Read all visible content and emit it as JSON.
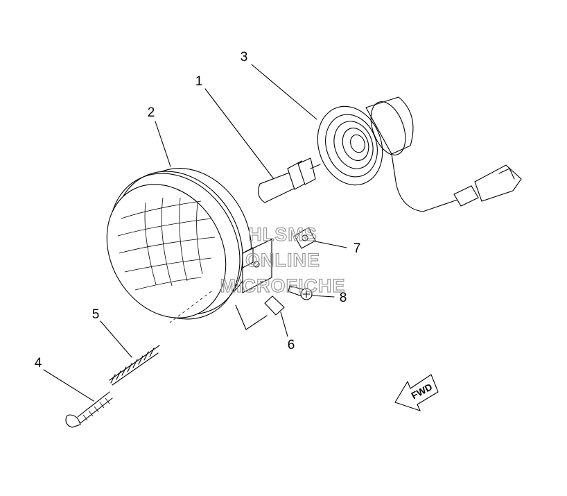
{
  "callouts": [
    {
      "id": "1",
      "label": "1"
    },
    {
      "id": "2",
      "label": "2"
    },
    {
      "id": "3",
      "label": "3"
    },
    {
      "id": "4",
      "label": "4"
    },
    {
      "id": "5",
      "label": "5"
    },
    {
      "id": "6",
      "label": "6"
    },
    {
      "id": "7",
      "label": "7"
    },
    {
      "id": "8",
      "label": "8"
    }
  ],
  "watermark": {
    "line1": "HLSMS",
    "line2": "ONLINE",
    "line3": "MICROFICHE"
  },
  "direction_arrow": {
    "label": "FWD"
  }
}
